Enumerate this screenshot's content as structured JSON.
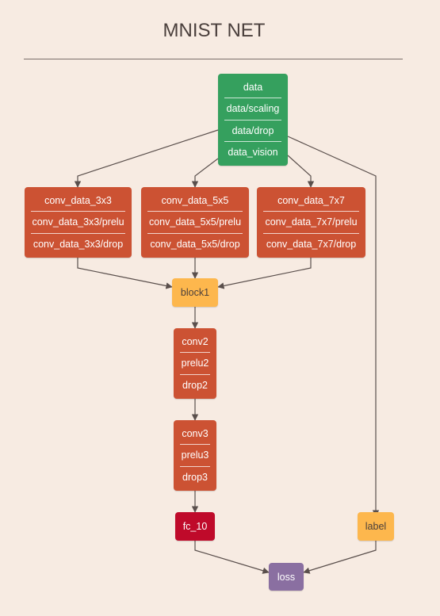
{
  "title": "MNIST NET",
  "nodes": {
    "data": {
      "rows": [
        "data",
        "data/scaling",
        "data/drop",
        "data_vision"
      ]
    },
    "conv3x3": {
      "rows": [
        "conv_data_3x3",
        "conv_data_3x3/prelu",
        "conv_data_3x3/drop"
      ]
    },
    "conv5x5": {
      "rows": [
        "conv_data_5x5",
        "conv_data_5x5/prelu",
        "conv_data_5x5/drop"
      ]
    },
    "conv7x7": {
      "rows": [
        "conv_data_7x7",
        "conv_data_7x7/prelu",
        "conv_data_7x7/drop"
      ]
    },
    "block1": {
      "rows": [
        "block1"
      ]
    },
    "conv2": {
      "rows": [
        "conv2",
        "prelu2",
        "drop2"
      ]
    },
    "conv3": {
      "rows": [
        "conv3",
        "prelu3",
        "drop3"
      ]
    },
    "fc10": {
      "rows": [
        "fc_10"
      ]
    },
    "label": {
      "rows": [
        "label"
      ]
    },
    "loss": {
      "rows": [
        "loss"
      ]
    }
  },
  "edges": [
    [
      "data",
      "conv3x3"
    ],
    [
      "data",
      "conv5x5"
    ],
    [
      "data",
      "conv7x7"
    ],
    [
      "data",
      "label"
    ],
    [
      "conv3x3",
      "block1"
    ],
    [
      "conv5x5",
      "block1"
    ],
    [
      "conv7x7",
      "block1"
    ],
    [
      "block1",
      "conv2"
    ],
    [
      "conv2",
      "conv3"
    ],
    [
      "conv3",
      "fc10"
    ],
    [
      "fc10",
      "loss"
    ],
    [
      "label",
      "loss"
    ]
  ],
  "colors": {
    "background": "#f7ebe2",
    "input": "#35a05e",
    "layer": "#cc5233",
    "concat": "#fdb74d",
    "fc": "#bf0a2a",
    "loss": "#8a6fa1",
    "edge": "#5a4f4c"
  }
}
